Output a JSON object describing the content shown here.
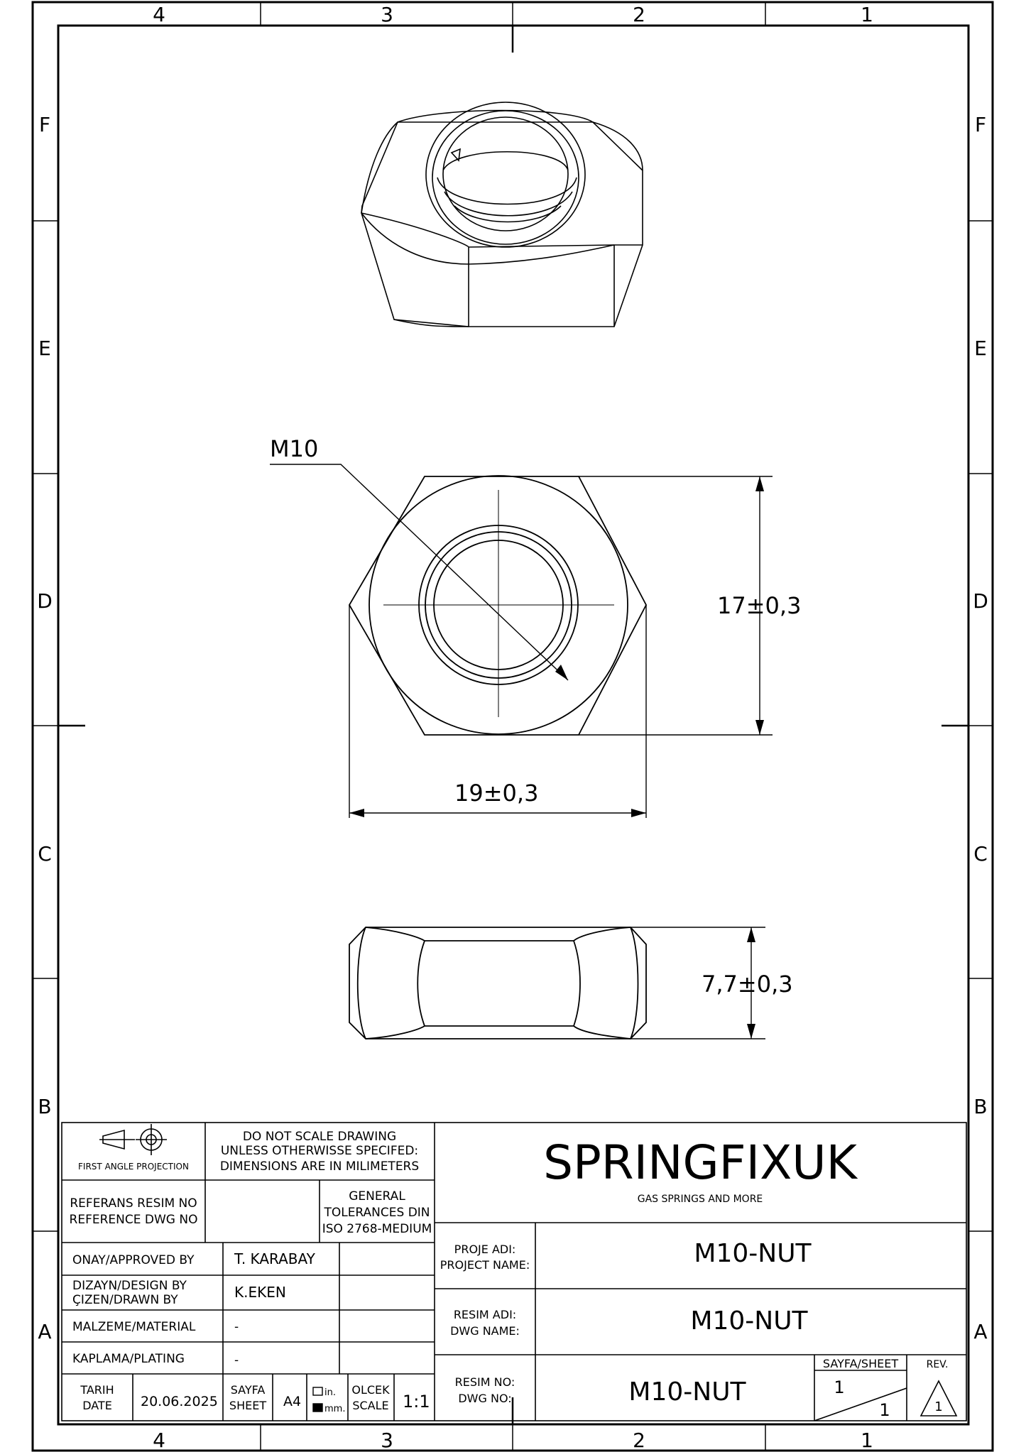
{
  "frame": {
    "columns": [
      "4",
      "3",
      "2",
      "1"
    ],
    "rows": [
      "F",
      "E",
      "D",
      "C",
      "B",
      "A"
    ]
  },
  "dimensions": {
    "thread": "M10",
    "width_across_flats": "17±0,3",
    "width_across_corners": "19±0,3",
    "height": "7,7±0,3"
  },
  "title_block": {
    "projection": "FIRST ANGLE PROJECTION",
    "notice": [
      "DO NOT SCALE DRAWING",
      "UNLESS OTHERWISSE SPECIFED:",
      "DIMENSIONS ARE IN MILIMETERS"
    ],
    "reference_label": [
      "REFERANS RESIM NO",
      "REFERENCE DWG NO"
    ],
    "reference_value": "",
    "tolerance": [
      "GENERAL",
      "TOLERANCES DIN",
      "ISO 2768-MEDIUM"
    ],
    "company": "SPRINGFIXUK",
    "tagline": "GAS SPRINGS AND MORE",
    "approved_label": "ONAY/APPROVED BY",
    "approved_value": "T. KARABAY",
    "design_label": [
      "DIZAYN/DESIGN BY",
      "ÇIZEN/DRAWN BY"
    ],
    "design_value": "K.EKEN",
    "material_label": "MALZEME/MATERIAL",
    "material_value": "-",
    "plating_label": "KAPLAMA/PLATING",
    "plating_value": "-",
    "date_label": [
      "TARIH",
      "DATE"
    ],
    "date_value": "20.06.2025",
    "sheet_label": [
      "SAYFA",
      "SHEET"
    ],
    "sheet_size": "A4",
    "unit_in": "in.",
    "unit_mm": "mm.",
    "scale_label": [
      "OLCEK",
      "SCALE"
    ],
    "scale_value": "1:1",
    "project_label": [
      "PROJE ADI:",
      "PROJECT NAME:"
    ],
    "project_value": "M10-NUT",
    "dwg_name_label": [
      "RESIM ADI:",
      "DWG NAME:"
    ],
    "dwg_name_value": "M10-NUT",
    "dwg_no_label": [
      "RESIM NO:",
      "DWG NO:"
    ],
    "dwg_no_value": "M10-NUT",
    "sheet_of_label": "SAYFA/SHEET",
    "sheet_current": "1",
    "sheet_total": "1",
    "rev_label": "REV.",
    "rev_value": "1"
  }
}
